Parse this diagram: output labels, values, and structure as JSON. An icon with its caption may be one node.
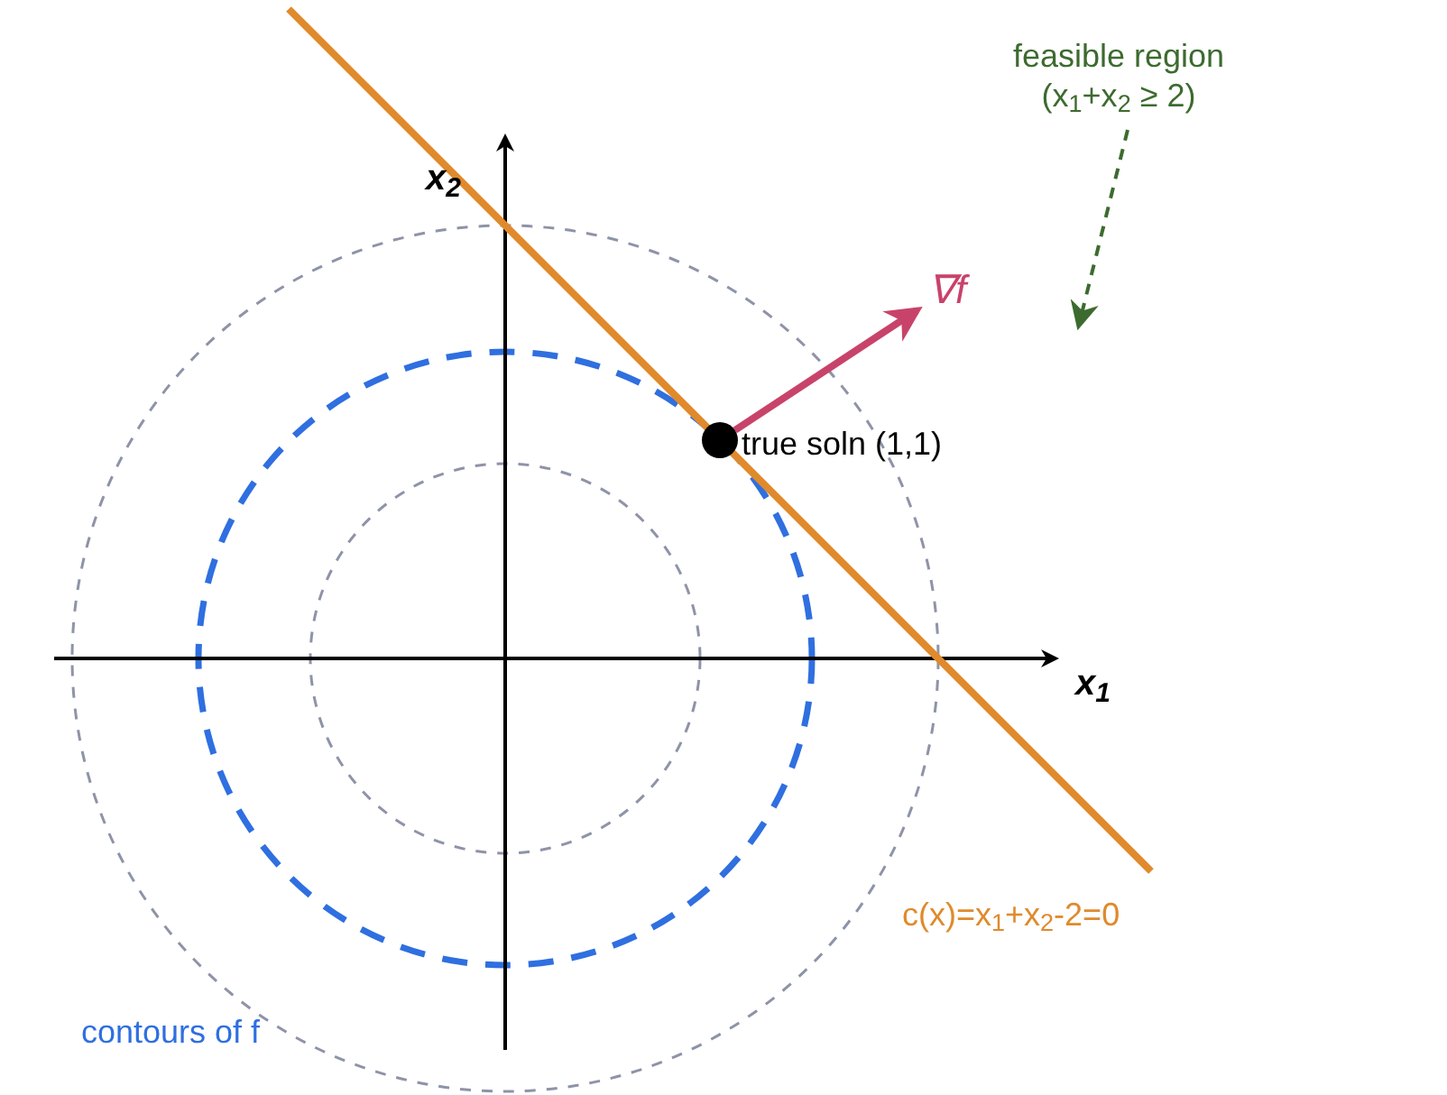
{
  "diagram": {
    "nodes": [
      {
        "text": [
          "feasible region",
          "(x$_{1}$+x$_{2}$ ≥ 2)"
        ]
      },
      {
        "text": [],
        "shape": "circle",
        "beside": [
          "true soln (1,1)"
        ]
      },
      {
        "text": [
          "∇f"
        ]
      }
    ],
    "edges": [
      {
        "from": 0,
        "to": null,
        "arrow": "to",
        "style": "dashed",
        "color": "#3d6b2f"
      },
      {
        "from": 1,
        "to": 2,
        "arrow": "to",
        "style": "thick",
        "color": "#c8436a"
      }
    ],
    "labels": [
      "x$_{2}$",
      "x$_{1}$",
      "c(x)=x$_{1}$+x$_{2}$-2=0",
      "contours of f"
    ]
  }
}
